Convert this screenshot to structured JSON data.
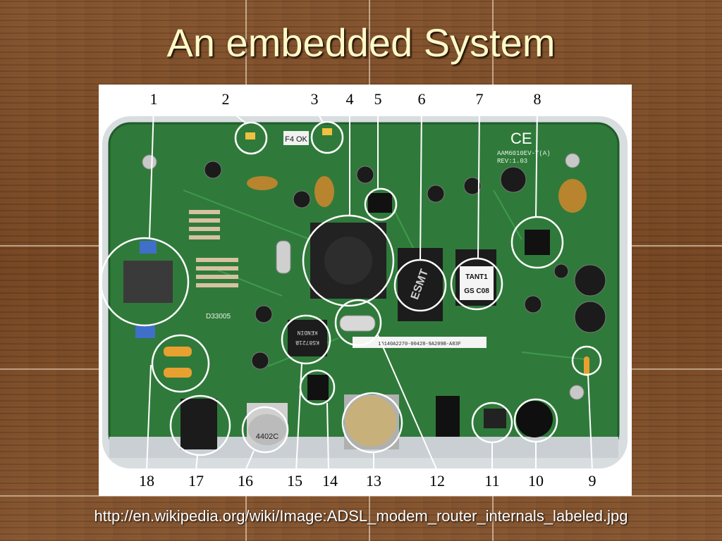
{
  "slide": {
    "title": "An embedded System",
    "source_url": "http://en.wikipedia.org/wiki/Image:ADSL_modem_router_internals_labeled.jpg"
  },
  "photo": {
    "board_silkscreen": {
      "f4_ok": "F4 OK",
      "aam_label": "AAM6010EV-T(A)",
      "rev_label": "REV:1.03",
      "d_label": "D33005",
      "chip6": "ESMT",
      "chip7_line1": "TANT1",
      "chip7_line2": "GS C08",
      "chip15_line1": "KENDIN",
      "chip15_line2": "KS8721B",
      "chip16": "4402C",
      "barcode": "16140A2270-00428-9A209B-A83F",
      "ce_mark": "CE"
    },
    "callouts": [
      "1",
      "2",
      "3",
      "4",
      "5",
      "6",
      "7",
      "8",
      "9",
      "10",
      "11",
      "12",
      "13",
      "14",
      "15",
      "16",
      "17",
      "18"
    ]
  },
  "colors": {
    "title": "#fff9c8",
    "pcb": "#2f7a3a",
    "circle": "#ffffff"
  }
}
